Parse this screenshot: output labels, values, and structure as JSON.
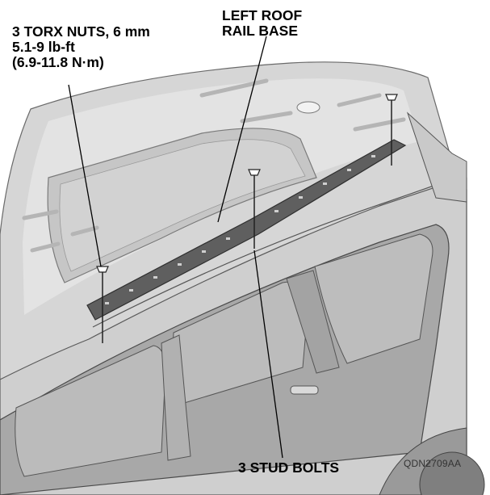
{
  "callouts": {
    "torx_nuts": {
      "line1": "3 TORX NUTS, 6 mm",
      "line2": "5.1-9 lb-ft",
      "line3": "(6.9-11.8 N·m)"
    },
    "rail_base": {
      "line1": "LEFT ROOF",
      "line2": "RAIL BASE"
    },
    "stud_bolts": "3 STUD BOLTS"
  },
  "figure_code": "QDN2709AA",
  "colors": {
    "body_panel": "#dcdcdc",
    "body_shadow": "#a9a9a9",
    "sunroof_glass": "#c4c4c4",
    "rail_base": "#5f5f5f",
    "window_glass": "#b8b8b8",
    "outline": "#4a4a4a"
  }
}
